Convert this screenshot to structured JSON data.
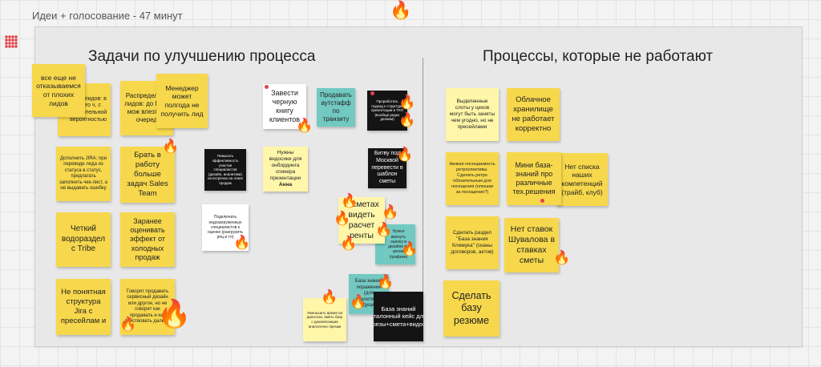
{
  "board": {
    "title": "Идеи + голосование - 47 минут",
    "left_heading": "Задачи по улучшению процесса",
    "right_heading": "Процессы, которые не работают"
  },
  "notes": {
    "n1": "все еще не отказываемся от плохих лидов",
    "n2": "шить лидов: в много ч, с сомнительной вероятностью",
    "n3": "Распределять лидов: до РПО мож влезть в очеред",
    "n4": "Менеджер может полгода не получить лид",
    "n5": "Дополнить JIRA: при переводе лида из статуса в статус, предлагать заполнить чек-лист, а не выдавать ошибку",
    "n6": "Брать в работу больше задач Sales Team",
    "n7": "Четкий водораздел с Tribe",
    "n8": "Заранее оценивать эффект от холодных продаж",
    "n9": "Не понятная структура Jira с пресейлам и",
    "n10": "Говорят продавать сервисный дизайн или другое, но не говорят как продавать и как действовать дальше",
    "n11": "Повысить эффективность участия специалистов (дизайн, аналитики) на встречах на этапе продаж",
    "n12": "Подключать недозагруженных специалистов к оценке (разгрузить рпц и тл)",
    "n13": "Завести черную книгу клиентов",
    "n14": "Нужны видосики для онбординга спикера презентации",
    "n14b": "Анна",
    "n15": "Продавать аутстафф по транзиту",
    "n16": "Проработать подход к структуре презентации и ТКП (вообще редко делаем)",
    "n17": "Битву под Москвой перевести в шаблон сметы",
    "n18": "В сметах видеть расчет ренты",
    "n19": "Нужно вернуть оценку в дизайне по ценам (графики)",
    "n20": "Уменьшить время на диалогах, иметь базу с декомпозиции аналогично презам",
    "n21": "База знаний поражения (для аналитики в будущем)",
    "n22": "База знаний эталонный кейс для презы+смета+видос)",
    "n23": "Выделенные слоты у цехов могут быть заняты чем угодно, но не пресейлами",
    "n24": "Облачное хранилище не работает корректно",
    "n25": "Низкая посещаемость ретроспективы. Сделать ретро обязательным для посещения (плюшки за посещение?)",
    "n26": "Мини база-знаний про различные тех.решения",
    "n27": "Нет списка наших компетенций (трайб, клуб)",
    "n28": "Сделать раздел \"База знания Климука\" (сканы договоров, актов)",
    "n29": "Нет ставок Шувалова в ставках сметы",
    "n30": "Сделать базу резюме"
  },
  "icons": {
    "fire": "🔥",
    "fire_name": "fire-icon",
    "grid_name": "grid-menu-icon"
  },
  "colors": {
    "sticky_yellow": "#f7d84c",
    "sticky_light_yellow": "#fff6a9",
    "sticky_teal": "#72c9c1",
    "sticky_black": "#141414",
    "dot_red": "#e2434b"
  }
}
